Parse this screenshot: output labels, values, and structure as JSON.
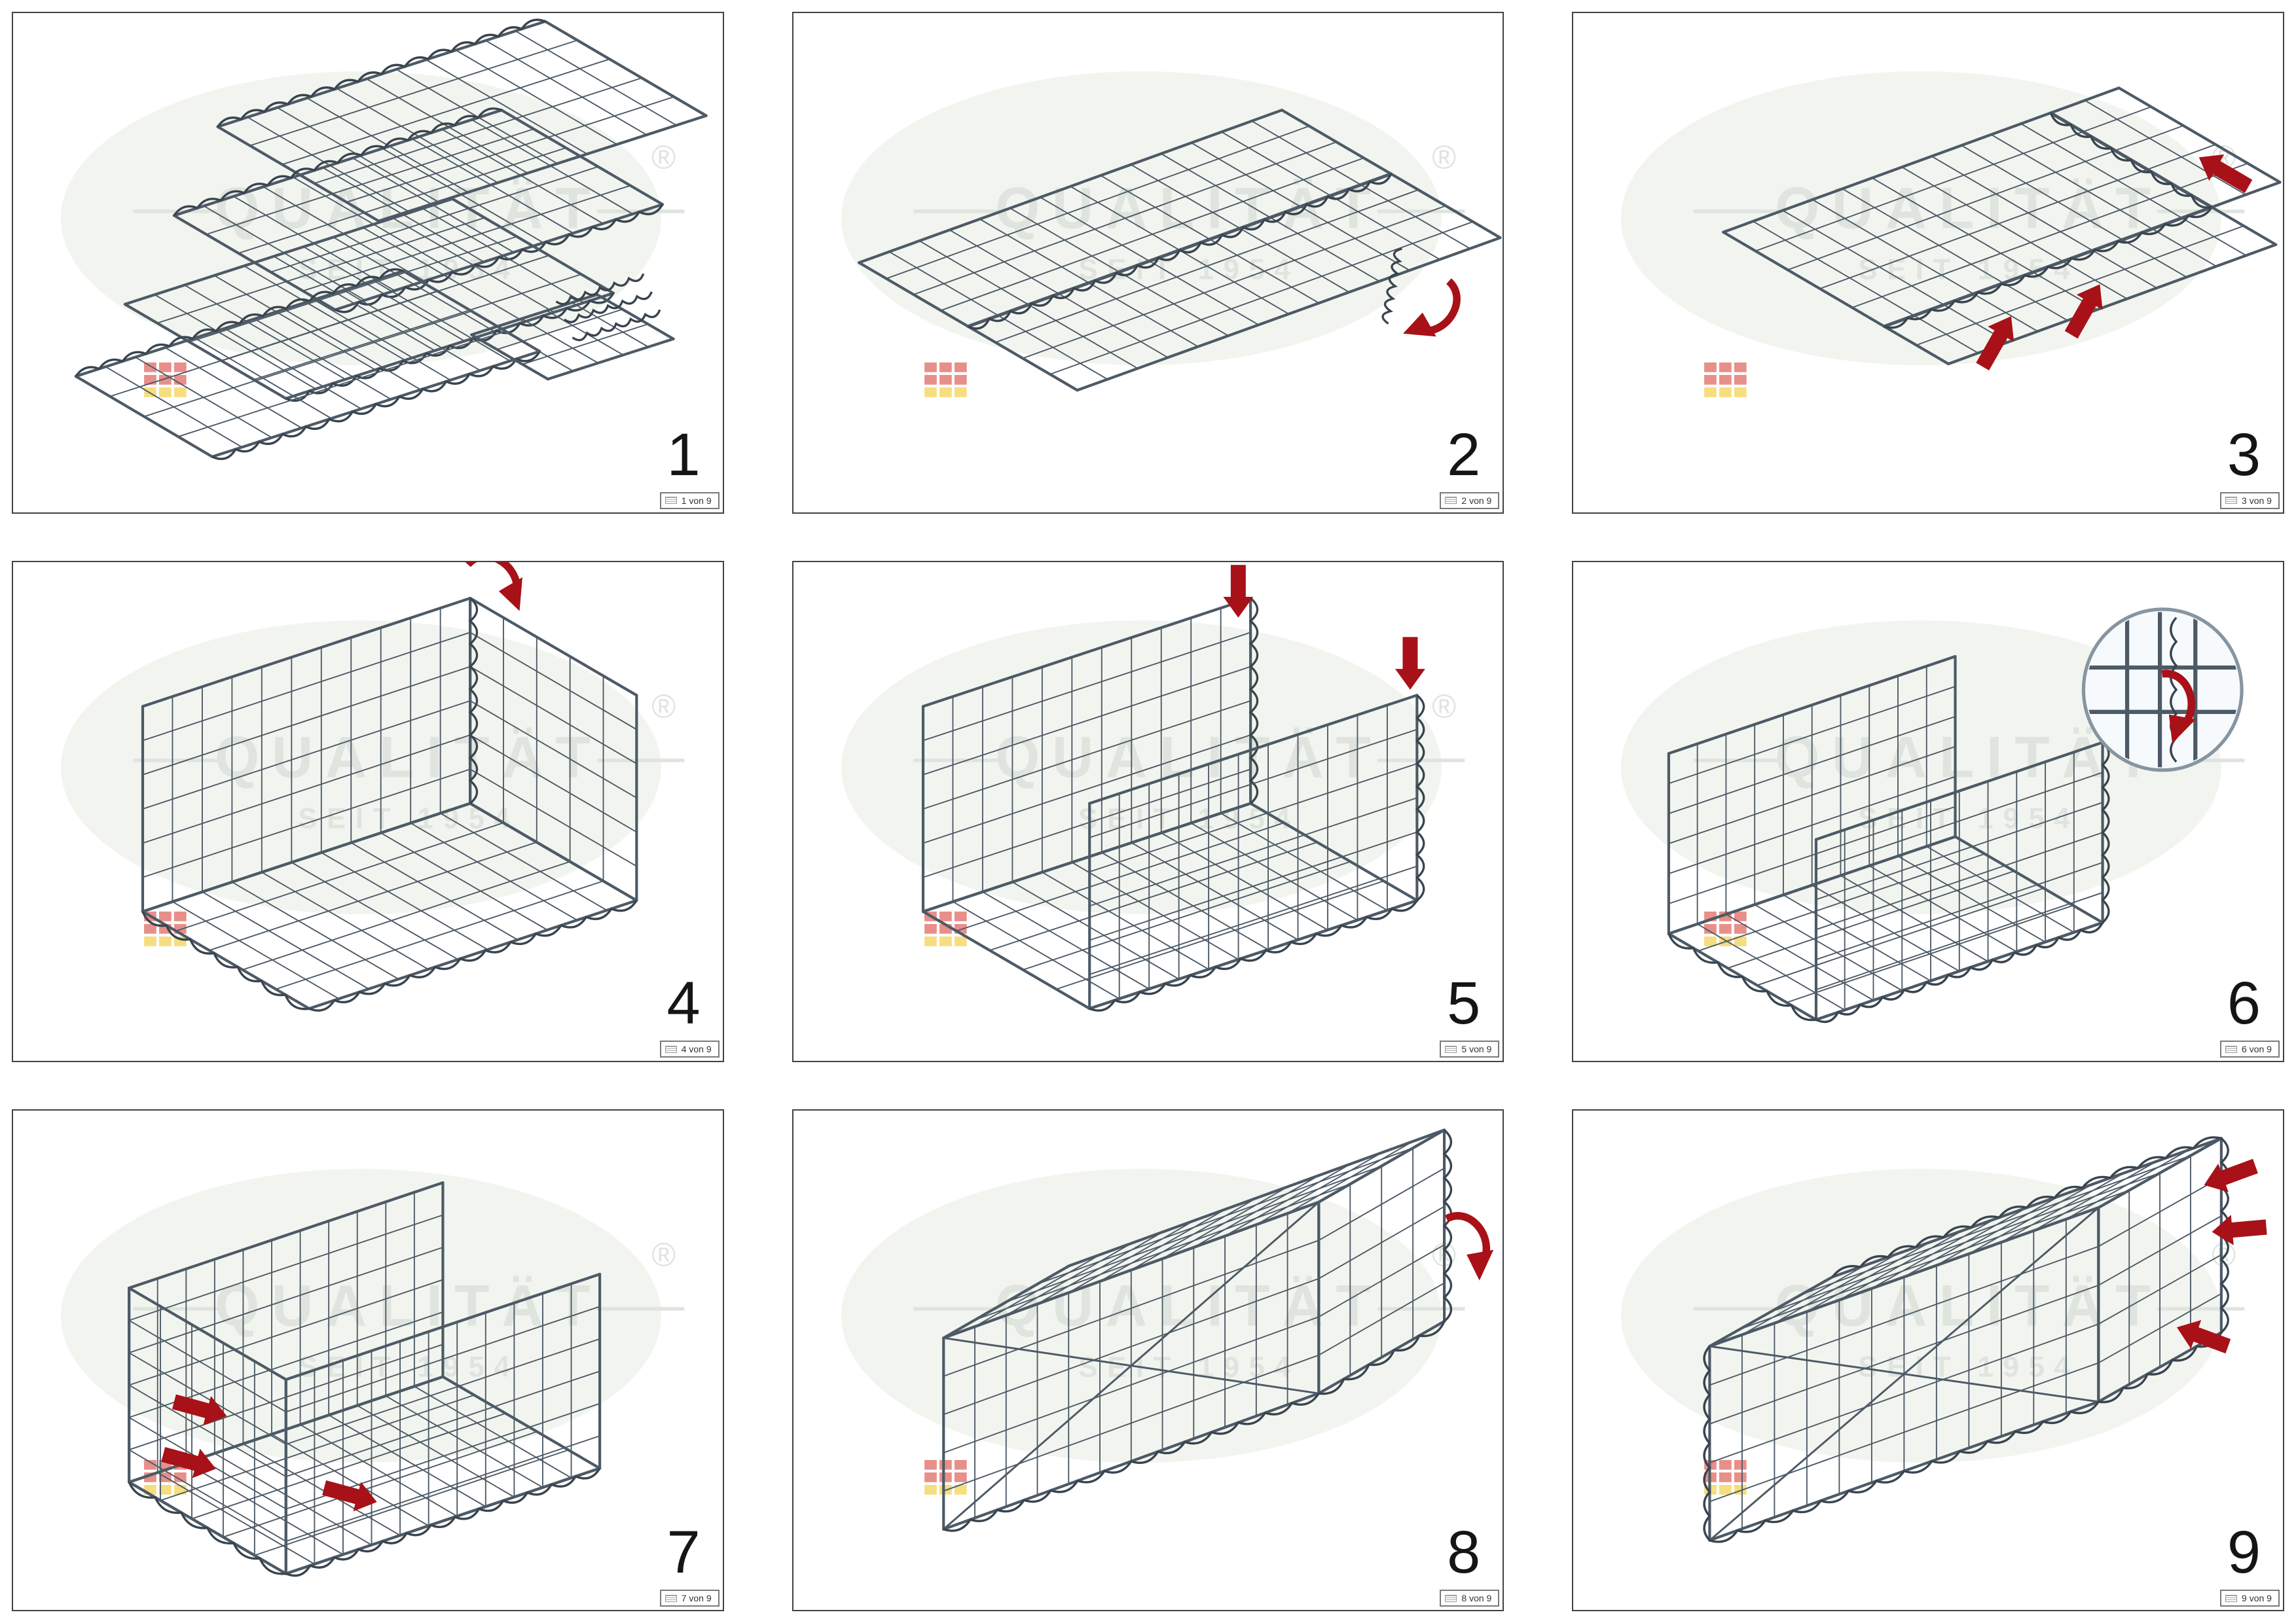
{
  "watermark": {
    "line1": "QUALITÄT",
    "line2": "SEIT 1954",
    "registered": "®"
  },
  "colors": {
    "mesh": "#4d5a66",
    "coil": "#39444e",
    "arrow": "#a81117",
    "watermark_text": "#dfe4de",
    "watermark_blob": "#f2f5ef",
    "logo_red": "#d7342a",
    "logo_yellow": "#f0c419"
  },
  "steps": [
    {
      "number": "1",
      "footer": "1 von 9"
    },
    {
      "number": "2",
      "footer": "2 von 9"
    },
    {
      "number": "3",
      "footer": "3 von 9"
    },
    {
      "number": "4",
      "footer": "4 von 9"
    },
    {
      "number": "5",
      "footer": "5 von 9"
    },
    {
      "number": "6",
      "footer": "6 von 9"
    },
    {
      "number": "7",
      "footer": "7 von 9"
    },
    {
      "number": "8",
      "footer": "8 von 9"
    },
    {
      "number": "9",
      "footer": "9 von 9"
    }
  ]
}
